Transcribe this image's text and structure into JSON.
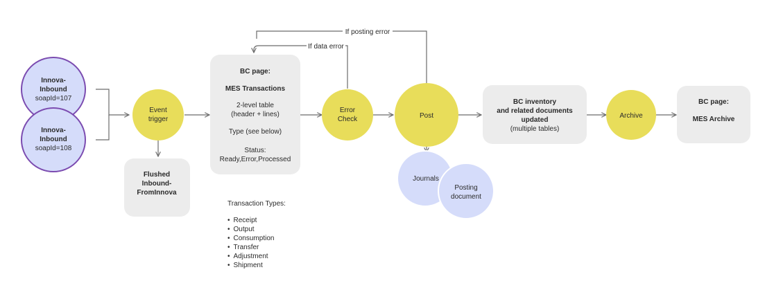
{
  "sources": [
    {
      "line1": "Innova-",
      "line2": "Inbound",
      "soap": "soapId=107"
    },
    {
      "line1": "Innova-",
      "line2": "Inbound",
      "soap": "soapId=108"
    }
  ],
  "event_trigger": {
    "line1": "Event",
    "line2": "trigger"
  },
  "flushed": {
    "line1": "Flushed",
    "line2": "Inbound-",
    "line3": "FromInnova"
  },
  "mes_transactions": {
    "title": "BC page:",
    "subtitle": "MES Transactions",
    "table_line1": "2-level table",
    "table_line2": "(header + lines)",
    "type_note": "Type (see below)",
    "status_label": "Status:",
    "status_values": "Ready,Error,Processed"
  },
  "error_check": {
    "line1": "Error",
    "line2": "Check"
  },
  "post": {
    "label": "Post"
  },
  "journals": {
    "label": "Journals"
  },
  "posting_document": {
    "line1": "Posting",
    "line2": "document"
  },
  "inventory": {
    "line1": "BC inventory",
    "line2": "and related documents",
    "line3": "updated",
    "line4": "(multiple tables)"
  },
  "archive": {
    "label": "Archive"
  },
  "mes_archive": {
    "title": "BC page:",
    "subtitle": "MES Archive"
  },
  "edges": {
    "posting_error": "If posting error",
    "data_error": "If data error"
  },
  "transaction_types": {
    "title": "Transaction Types:",
    "items": [
      "Receipt",
      "Output",
      "Consumption",
      "Transfer",
      "Adjustment",
      "Shipment"
    ]
  },
  "colors": {
    "source_fill": "#d5dcfa",
    "source_stroke": "#7b4bb0",
    "circle_yellow": "#e8dd5a",
    "box_gray": "#ececec",
    "bubble_blue": "#d5dcfa",
    "connector": "#6b6b6b"
  }
}
